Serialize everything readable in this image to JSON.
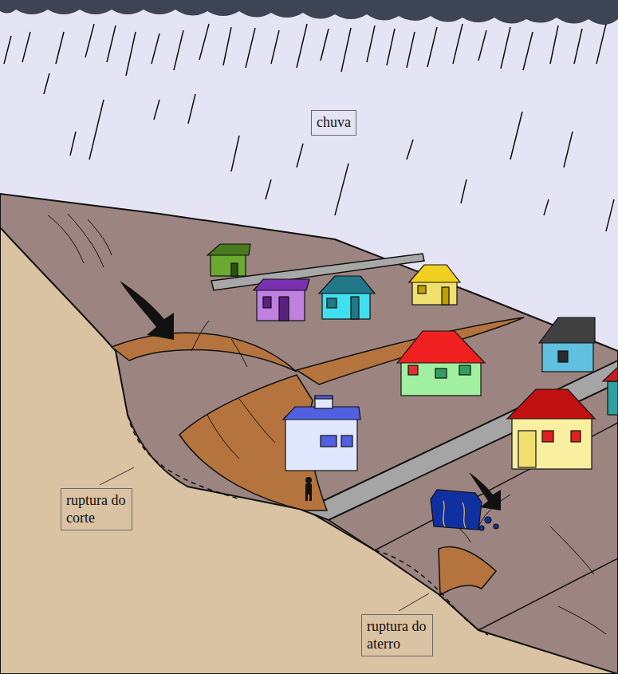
{
  "diagram": {
    "nodes": [
      {
        "text": [
          "chuva"
        ]
      },
      {
        "text": [
          "ruptura do corte"
        ]
      },
      {
        "text": [
          "ruptura do aterro"
        ]
      }
    ]
  }
}
